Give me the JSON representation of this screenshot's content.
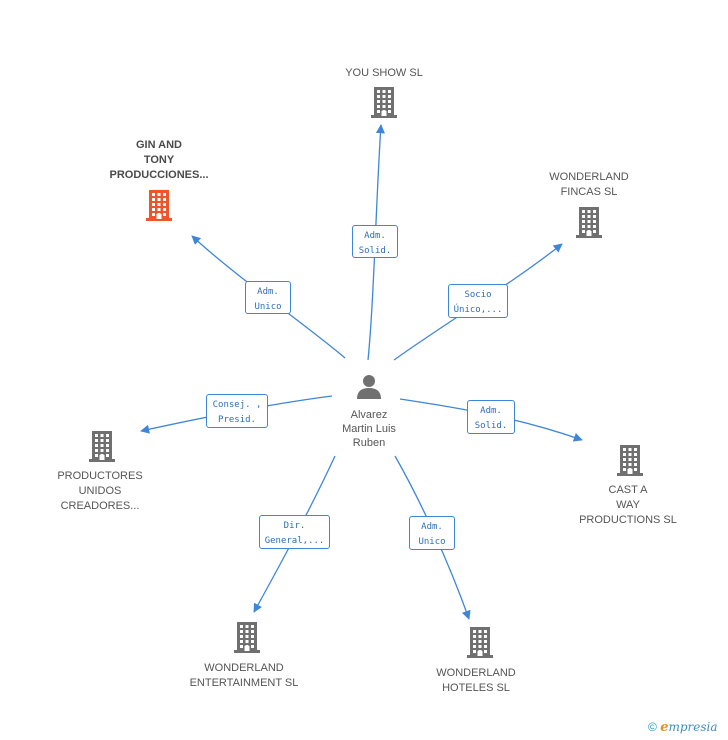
{
  "person": {
    "name_lines": [
      "Alvarez",
      "Martin Luis",
      "Ruben"
    ]
  },
  "companies": [
    {
      "id": "you-show",
      "lines": [
        "YOU SHOW  SL"
      ],
      "highlight": false
    },
    {
      "id": "gin-and-tony",
      "lines": [
        "GIN AND",
        "TONY",
        "PRODUCCIONES..."
      ],
      "highlight": true
    },
    {
      "id": "wonderland-fincas",
      "lines": [
        "WONDERLAND",
        "FINCAS  SL"
      ],
      "highlight": false
    },
    {
      "id": "productores-unidos",
      "lines": [
        "PRODUCTORES",
        "UNIDOS",
        "CREADORES..."
      ],
      "highlight": false
    },
    {
      "id": "cast-a-way",
      "lines": [
        "CAST A",
        "WAY",
        "PRODUCTIONS SL"
      ],
      "highlight": false
    },
    {
      "id": "wonderland-entertainment",
      "lines": [
        "WONDERLAND",
        "ENTERTAINMENT SL"
      ],
      "highlight": false
    },
    {
      "id": "wonderland-hoteles",
      "lines": [
        "WONDERLAND",
        "HOTELES SL"
      ],
      "highlight": false
    }
  ],
  "roles": [
    {
      "target": "you-show",
      "lines": [
        "Adm.",
        "Solid."
      ]
    },
    {
      "target": "gin-and-tony",
      "lines": [
        "Adm.",
        "Unico"
      ]
    },
    {
      "target": "wonderland-fincas",
      "lines": [
        "Socio",
        "Único,..."
      ]
    },
    {
      "target": "productores-unidos",
      "lines": [
        "Consej. ,",
        "Presid."
      ]
    },
    {
      "target": "cast-a-way",
      "lines": [
        "Adm.",
        "Solid."
      ]
    },
    {
      "target": "wonderland-entertainment",
      "lines": [
        "Dir.",
        "General,..."
      ]
    },
    {
      "target": "wonderland-hoteles",
      "lines": [
        "Adm.",
        "Unico"
      ]
    }
  ],
  "colors": {
    "edge": "#3e86d8",
    "building": "#707070",
    "highlight": "#f0542a"
  },
  "footer": {
    "copyright": "©",
    "brand_initial": "e",
    "brand_rest": "mpresia"
  }
}
